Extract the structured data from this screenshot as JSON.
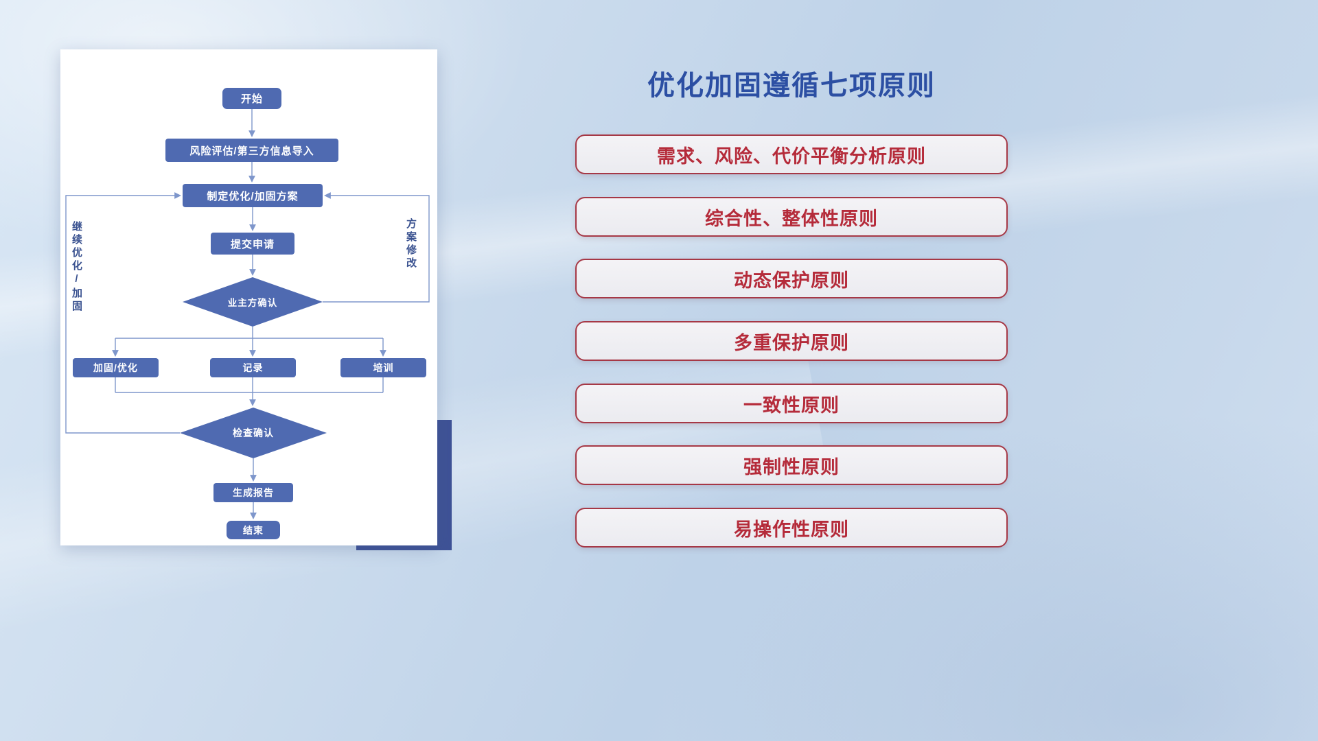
{
  "flowchart": {
    "nodes": {
      "start": "开始",
      "risk_assessment": "风险评估/第三方信息导入",
      "make_plan": "制定优化/加固方案",
      "submit_request": "提交申请",
      "owner_confirm": "业主方确认",
      "harden_optimize": "加固/优化",
      "record": "记录",
      "training": "培训",
      "check_confirm": "检查确认",
      "generate_report": "生成报告",
      "end": "结束"
    },
    "edge_labels": {
      "continue_optimize": "继续优化/加固",
      "plan_revision": "方案修改"
    },
    "colors": {
      "node_fill": "#4f6ab1",
      "node_text": "#ffffff",
      "connector": "#7e96cb",
      "card_accent_block": "#3e5296",
      "card_background": "#ffffff"
    }
  },
  "principles": {
    "title": "优化加固遵循七项原则",
    "title_color": "#2c4fa3",
    "item_text_color": "#b52b3a",
    "item_border_color": "#a63846",
    "items": [
      {
        "label": "需求、风险、代价平衡分析原则"
      },
      {
        "label": "综合性、整体性原则"
      },
      {
        "label": "动态保护原则"
      },
      {
        "label": "多重保护原则"
      },
      {
        "label": "一致性原则"
      },
      {
        "label": "强制性原则"
      },
      {
        "label": "易操作性原则"
      }
    ]
  }
}
